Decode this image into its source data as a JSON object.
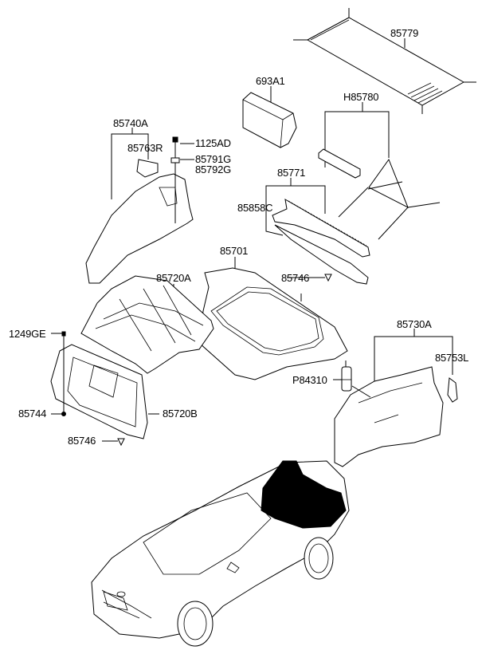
{
  "diagram": {
    "type": "exploded-parts-diagram",
    "subject": "Luggage compartment trim and covering",
    "colors": {
      "line": "#000000",
      "background": "#ffffff",
      "highlight": "#000000"
    }
  },
  "labels": {
    "p85779": "85779",
    "p693A1": "693A1",
    "pH85780": "H85780",
    "p85740A": "85740A",
    "p85763R": "85763R",
    "p1125AD": "1125AD",
    "p85791G": "85791G",
    "p85792G": "85792G",
    "p85771": "85771",
    "p85858C": "85858C",
    "p85701": "85701",
    "p85746a": "85746",
    "p85720A": "85720A",
    "p1249GE": "1249GE",
    "p85744": "85744",
    "p85720B": "85720B",
    "p85746b": "85746",
    "p85730A": "85730A",
    "p85753L": "85753L",
    "pP84310": "P84310"
  }
}
